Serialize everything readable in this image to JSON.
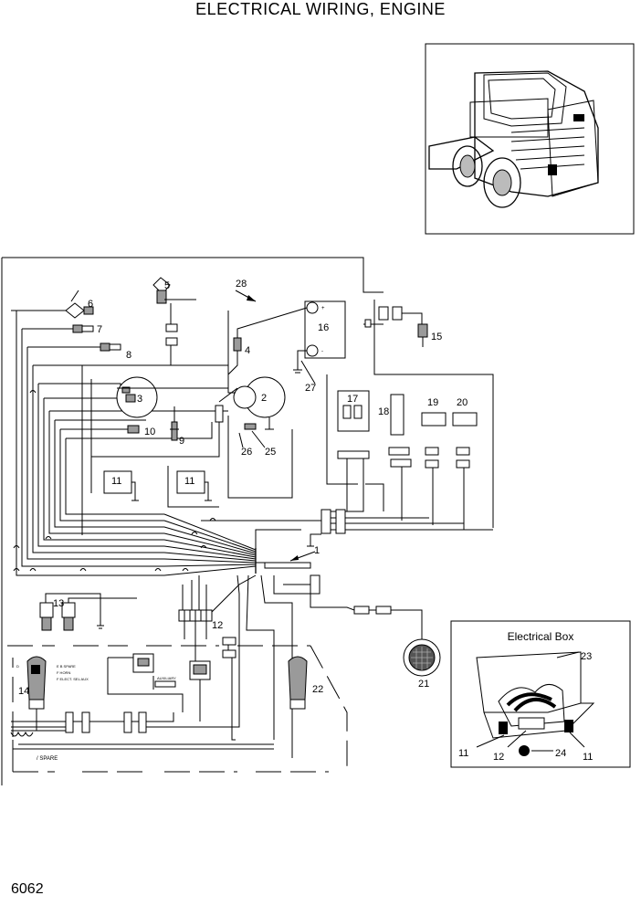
{
  "title": "ELECTRICAL WIRING, ENGINE",
  "page_number": "6062",
  "inset_title": "Electrical Box",
  "callouts": [
    "1",
    "2",
    "3",
    "4",
    "5",
    "6",
    "7",
    "8",
    "9",
    "10",
    "11",
    "12",
    "13",
    "14",
    "15",
    "16",
    "17",
    "18",
    "19",
    "20",
    "21",
    "22",
    "23",
    "24",
    "25",
    "26",
    "27",
    "28"
  ],
  "inset_callouts": [
    "23",
    "11",
    "12",
    "24",
    "11"
  ],
  "joystick_labels": [
    "E  B  SPARE",
    "F  HORN",
    "F  ELECT. SEL AUX"
  ],
  "joystick_pin": "D",
  "spare_label": "/ SPARE",
  "auxiliary_label": "AUXILIARY"
}
